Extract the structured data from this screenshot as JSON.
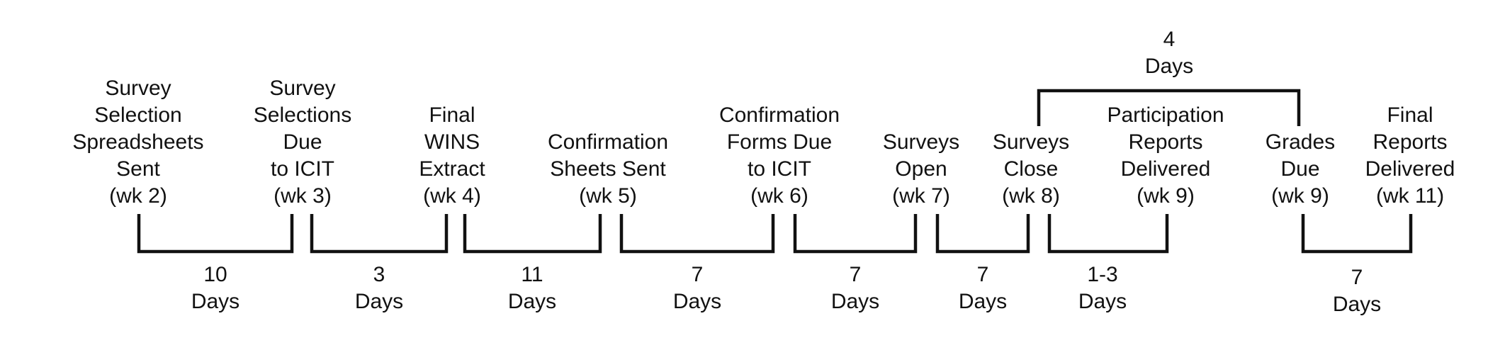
{
  "milestones": [
    {
      "lines": [
        "Survey",
        "Selection",
        "Spreadsheets",
        "Sent",
        "(wk 2)"
      ]
    },
    {
      "lines": [
        "Survey",
        "Selections",
        "Due",
        "to ICIT",
        "(wk 3)"
      ]
    },
    {
      "lines": [
        "Final",
        "WINS",
        "Extract",
        "(wk 4)"
      ]
    },
    {
      "lines": [
        "Confirmation",
        "Sheets Sent",
        "(wk 5)"
      ]
    },
    {
      "lines": [
        "Confirmation",
        "Forms Due",
        "to ICIT",
        "(wk 6)"
      ]
    },
    {
      "lines": [
        "Surveys",
        "Open",
        "(wk 7)"
      ]
    },
    {
      "lines": [
        "Surveys",
        "Close",
        "(wk 8)"
      ]
    },
    {
      "lines": [
        "Participation",
        "Reports",
        "Delivered",
        "(wk 9)"
      ]
    },
    {
      "lines": [
        "Grades",
        "Due",
        "(wk 9)"
      ]
    },
    {
      "lines": [
        "Final",
        "Reports",
        "Delivered",
        "(wk 11)"
      ]
    }
  ],
  "intervals_below": [
    {
      "value": "10",
      "unit": "Days"
    },
    {
      "value": "3",
      "unit": "Days"
    },
    {
      "value": "11",
      "unit": "Days"
    },
    {
      "value": "7",
      "unit": "Days"
    },
    {
      "value": "7",
      "unit": "Days"
    },
    {
      "value": "7",
      "unit": "Days"
    },
    {
      "value": "1-3",
      "unit": "Days"
    },
    {
      "value": "7",
      "unit": "Days"
    }
  ],
  "interval_above": {
    "value": "4",
    "unit": "Days"
  }
}
